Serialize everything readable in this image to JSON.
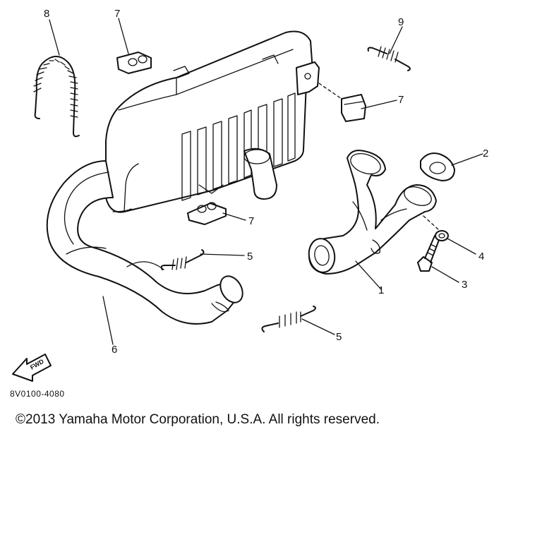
{
  "diagram": {
    "callouts": [
      {
        "id": "1",
        "label": "1"
      },
      {
        "id": "2",
        "label": "2"
      },
      {
        "id": "3",
        "label": "3"
      },
      {
        "id": "4",
        "label": "4"
      },
      {
        "id": "5a",
        "label": "5"
      },
      {
        "id": "5b",
        "label": "5"
      },
      {
        "id": "6",
        "label": "6"
      },
      {
        "id": "7a",
        "label": "7"
      },
      {
        "id": "7b",
        "label": "7"
      },
      {
        "id": "7c",
        "label": "7"
      },
      {
        "id": "8",
        "label": "8"
      },
      {
        "id": "9",
        "label": "9"
      }
    ],
    "direction_marker": "FWD",
    "drawing_code": "8V0100-4080",
    "copyright": "©2013 Yamaha Motor Corporation, U.S.A. All rights reserved."
  }
}
